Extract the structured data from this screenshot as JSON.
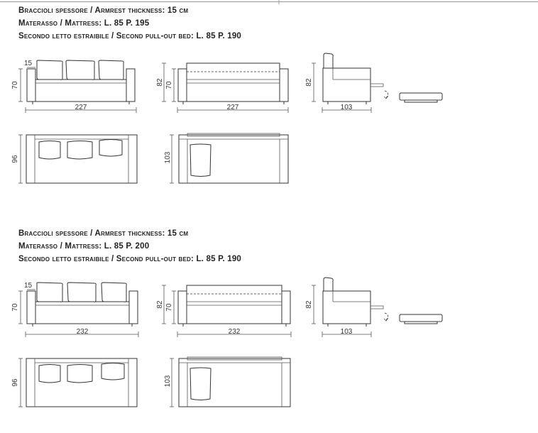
{
  "top_variant": {
    "armrest": "Braccioli spessore / Armrest thickness: 15 cm",
    "mattress": "Materasso / Mattress: L. 85  P. 195",
    "pullout": "Secondo letto estraibile / Second pull-out bed: L. 85 P. 190",
    "front_width": "227",
    "bed_width": "227",
    "height_70": "70",
    "height_82": "82",
    "armrest_dim": "15",
    "side_depth": "103",
    "plan_depth": "96",
    "bed_plan_depth": "103"
  },
  "bottom_variant": {
    "armrest": "Braccioli spessore / Armrest thickness: 15 cm",
    "mattress": "Materasso / Mattress: L. 85  P. 200",
    "pullout": "Secondo letto estraibile / Second pull-out bed: L. 85 P. 190",
    "front_width": "232",
    "bed_width": "232",
    "height_70": "70",
    "height_82": "82",
    "armrest_dim": "15",
    "side_depth": "103",
    "plan_depth": "96",
    "bed_plan_depth": "103"
  }
}
